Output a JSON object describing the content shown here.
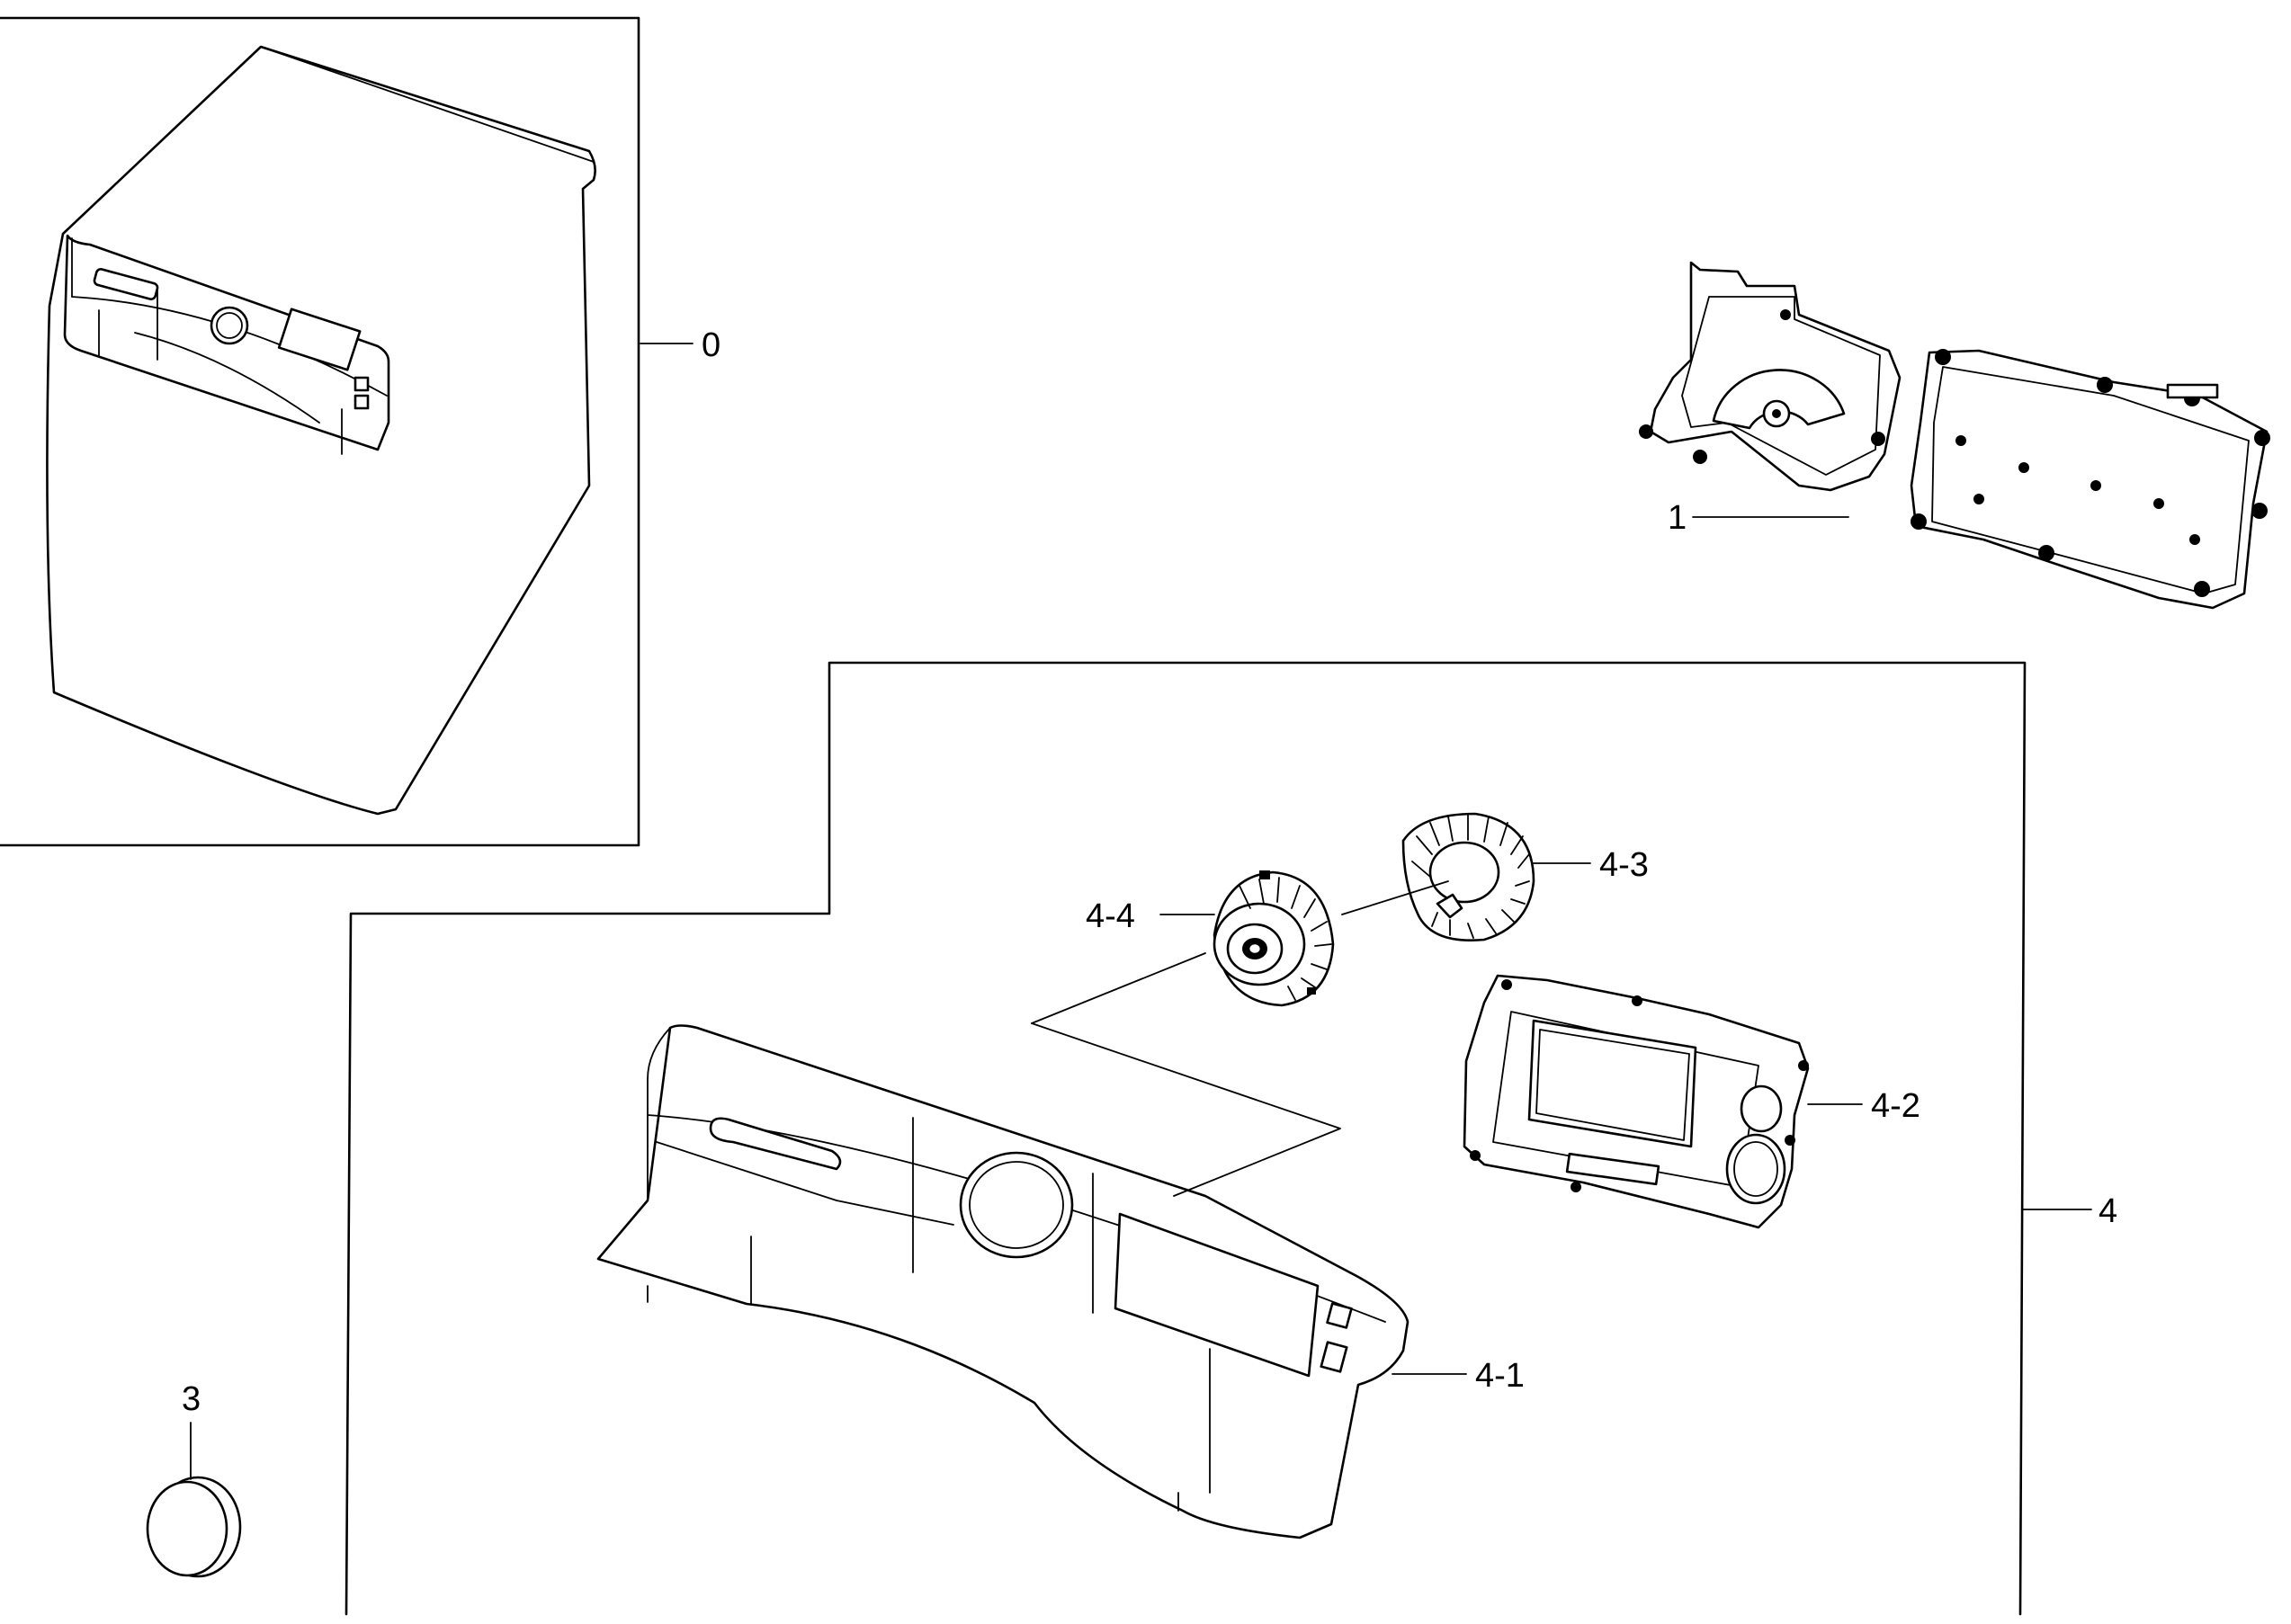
{
  "callouts": {
    "c0": "0",
    "c1": "1",
    "c3": "3",
    "c4": "4",
    "c4_1": "4-1",
    "c4_2": "4-2",
    "c4_3": "4-3",
    "c4_4": "4-4"
  },
  "colors": {
    "line": "#000000",
    "background": "#ffffff"
  }
}
